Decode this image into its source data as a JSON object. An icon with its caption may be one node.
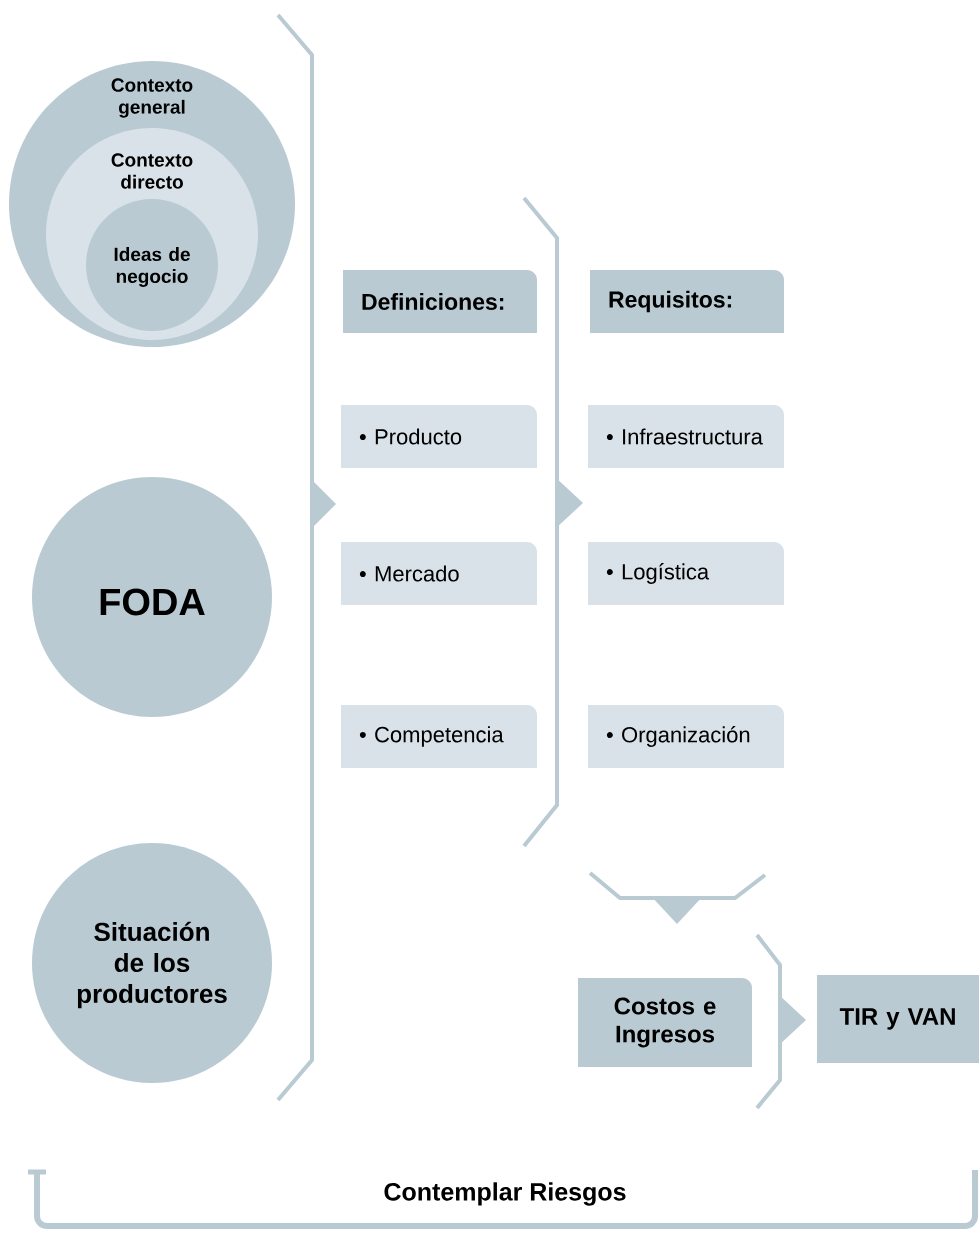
{
  "diagram": {
    "nodes": [
      {
        "text": [
          "Contexto general"
        ]
      },
      {
        "text": [
          "Contexto directo"
        ],
        "in": 0
      },
      {
        "text": [
          "Ideas de negocio"
        ],
        "in": 1
      },
      {
        "text": [
          "FODA"
        ]
      },
      {
        "text": [
          "Situación de los productores"
        ]
      },
      {
        "text": [
          "Definiciones:"
        ]
      },
      {
        "text": [
          "• Producto"
        ]
      },
      {
        "text": [
          "• Mercado"
        ]
      },
      {
        "text": [
          "• Competencia"
        ]
      },
      {
        "text": [
          "Requisitos:"
        ]
      },
      {
        "text": [
          "• Infraestructura"
        ]
      },
      {
        "text": [
          "• Logística"
        ]
      },
      {
        "text": [
          "• Organización"
        ]
      },
      {
        "text": [
          "Costos e Ingresos"
        ]
      },
      {
        "text": [
          "TIR y VAN"
        ]
      }
    ],
    "labels": [
      "Contemplar Riesgos"
    ]
  }
}
